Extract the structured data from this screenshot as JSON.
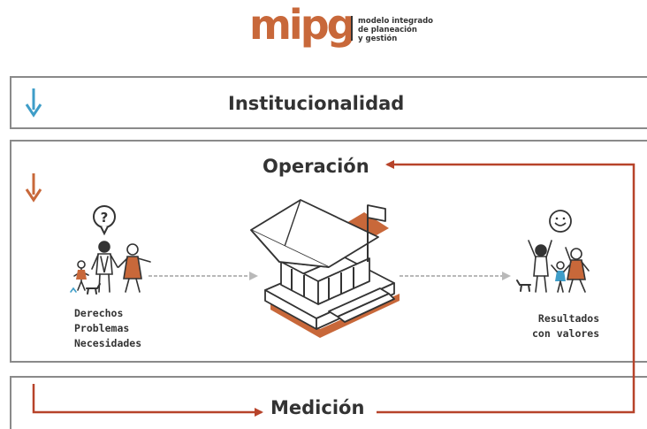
{
  "logo": {
    "wordmark": "mipg",
    "tagline": [
      "modelo integrado",
      "de planeación",
      "y gestión"
    ]
  },
  "sections": {
    "institucionalidad": "Institucionalidad",
    "operacion": "Operación",
    "medicion": "Medición"
  },
  "left_caption": [
    "Derechos",
    "Problemas",
    "Necesidades"
  ],
  "right_caption": [
    "Resultados",
    "con valores"
  ],
  "icons": {
    "question": "?",
    "smile": "smile-icon"
  },
  "colors": {
    "blue_arrow": "#3e9dc8",
    "orange_arrow": "#c8683a",
    "red_loop": "#b7432a",
    "border": "#8a8a8a",
    "brand": "#c8683a",
    "text": "#333333"
  }
}
